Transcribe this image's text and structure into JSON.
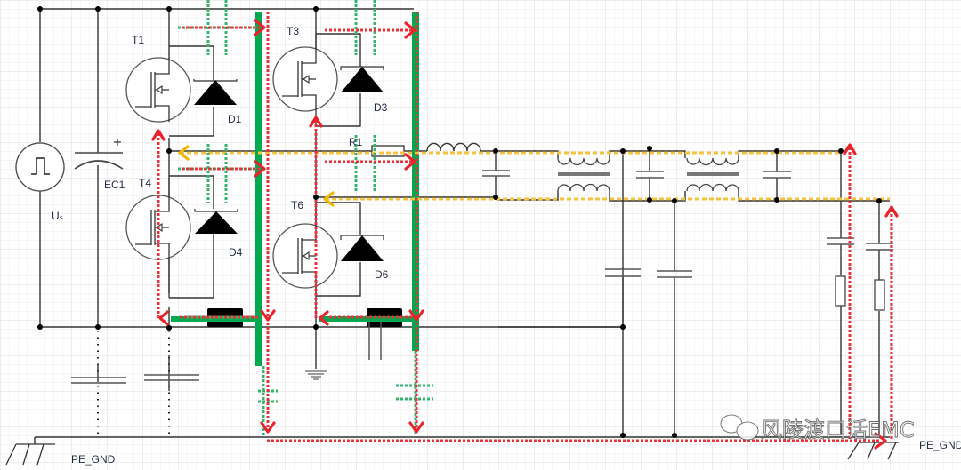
{
  "diagram": {
    "title": "Full-bridge inverter common-mode / differential-mode noise current path",
    "source_label": "Uₛ",
    "capacitor_label": "EC1",
    "capacitor_polarity": "+",
    "transistors": [
      "T1",
      "T3",
      "T4",
      "T6"
    ],
    "diodes": [
      "D1",
      "D3",
      "D4",
      "D6"
    ],
    "resistor_label": "R1",
    "ground_labels": [
      "PE_GND",
      "PE_GND"
    ],
    "watermark": "风陵渡口话EMC",
    "path_colors": {
      "common_mode_current": "#e8323a",
      "parasitic_coupling": "#33b36b",
      "differential_mode_current": "#f5c242",
      "heatsink_bar": "#00a84f"
    },
    "icons": [
      "pulse-source-icon",
      "mosfet-icon",
      "diode-icon",
      "inductor-icon",
      "common-mode-choke-icon",
      "capacitor-icon",
      "resistor-icon",
      "ground-icon",
      "chassis-ground-icon",
      "ferrite-bead-icon",
      "wechat-icon"
    ]
  }
}
